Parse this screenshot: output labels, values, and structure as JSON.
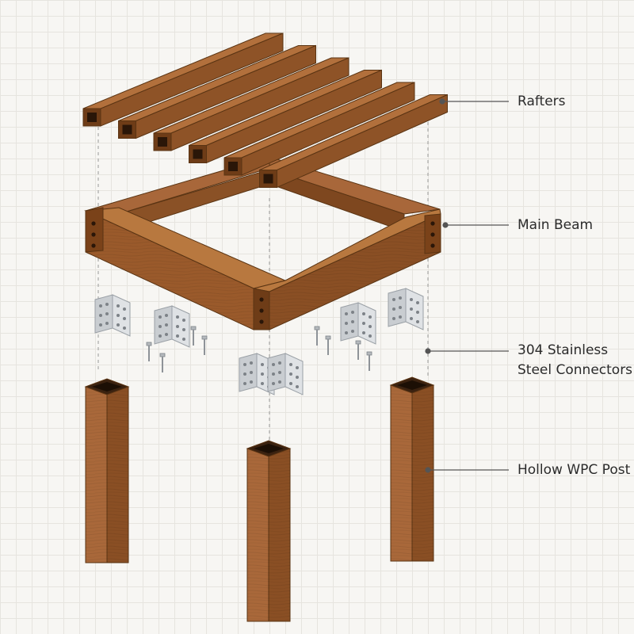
{
  "labels": {
    "rafters": "Rafters",
    "main_beam": "Main Beam",
    "connectors_line1": "304 Stainless",
    "connectors_line2": "Steel Connectors",
    "post": "Hollow WPC Post"
  },
  "parts": {
    "rafter_count": 6,
    "post_count": 3,
    "bracket_count": 6
  },
  "colors": {
    "wood_top": "#b2703c",
    "wood_side": "#8e5327",
    "wood_dark": "#6e3c17",
    "steel": "#c9cdd1",
    "steel_dark": "#9aa0a6",
    "leader": "#555555",
    "guide": "#9a9a9a"
  },
  "icons": [
    "leader-dot",
    "bolt-hole",
    "hollow-profile",
    "bracket",
    "bolt"
  ]
}
